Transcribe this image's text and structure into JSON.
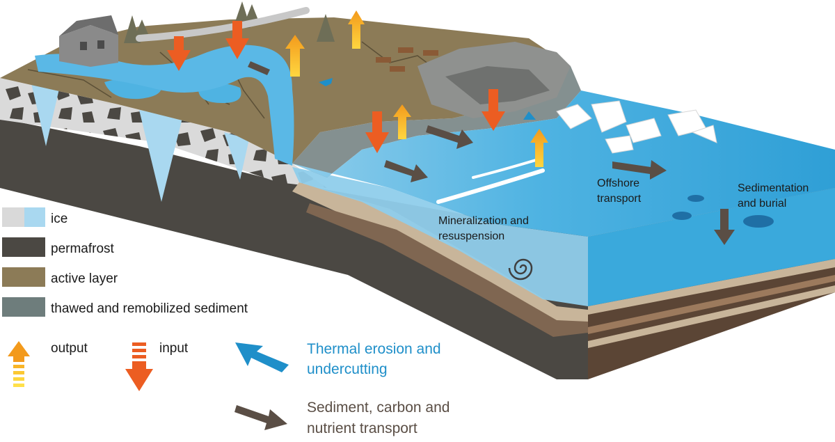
{
  "legend": {
    "ice": "ice",
    "permafrost": "permafrost",
    "active_layer": "active layer",
    "thawed": "thawed and remobilized sediment",
    "output": "output",
    "input": "input",
    "thermal_erosion_1": "Thermal erosion and",
    "thermal_erosion_2": "undercutting",
    "transport_1": "Sediment, carbon and",
    "transport_2": "nutrient transport"
  },
  "labels": {
    "mineralization_1": "Mineralization and",
    "mineralization_2": "resuspension",
    "offshore_1": "Offshore",
    "offshore_2": "transport",
    "sedimentation_1": "Sedimentation",
    "sedimentation_2": "and burial"
  },
  "colors": {
    "ice_grey": "#d9d9d9",
    "ice_blue": "#a9d8f0",
    "permafrost": "#4b4843",
    "active_layer": "#8c7b57",
    "thawed": "#6e7d7c",
    "sea": "#3aa9dc",
    "sea_light": "#8fcdeb",
    "output_arrow": "#f7a81b",
    "input_arrow": "#ec5d22",
    "erosion_arrow": "#1f8fc9",
    "transport_arrow": "#5a4e45"
  },
  "icons": [
    "house-icon",
    "tree-icon",
    "reindeer-icon",
    "fish-icon",
    "pipeline-icon",
    "spiral-icon"
  ]
}
